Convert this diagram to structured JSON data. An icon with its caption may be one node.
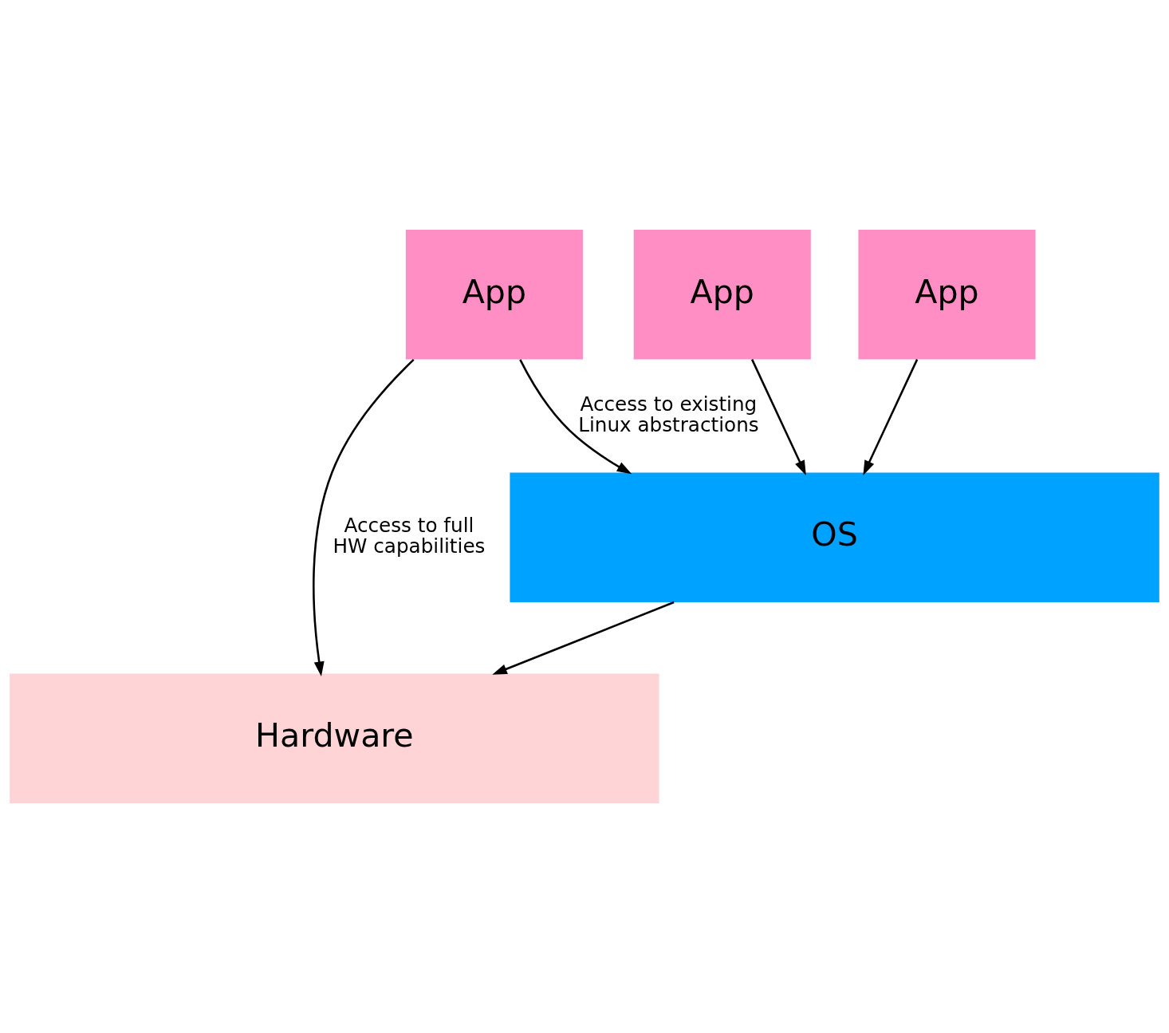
{
  "diagram": {
    "nodes": [
      {
        "text": [
          "App"
        ]
      },
      {
        "text": [
          "App"
        ]
      },
      {
        "text": [
          "App"
        ]
      },
      {
        "text": [
          "OS"
        ]
      },
      {
        "text": [
          "Hardware"
        ]
      }
    ],
    "edges": [
      {
        "from": 0,
        "to": 4,
        "arrow": "to",
        "label": "Access to full HW capabilities"
      },
      {
        "from": 0,
        "to": 3,
        "arrow": "to",
        "label": "Access to existing Linux abstractions"
      },
      {
        "from": 1,
        "to": 3,
        "arrow": "to"
      },
      {
        "from": 2,
        "to": 3,
        "arrow": "to"
      },
      {
        "from": 3,
        "to": 4,
        "arrow": "to"
      }
    ]
  }
}
